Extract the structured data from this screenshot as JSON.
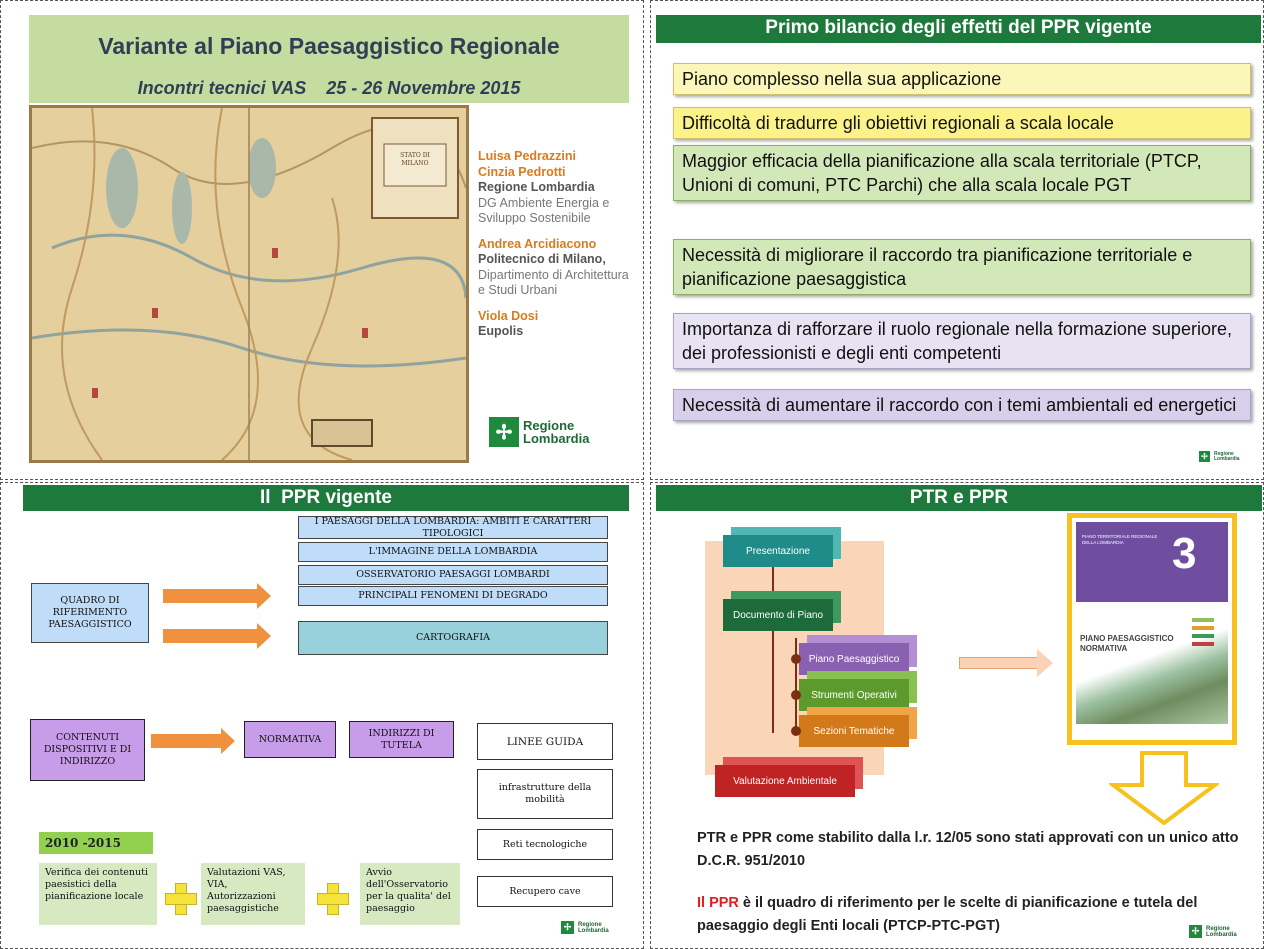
{
  "slide1": {
    "title": "Variante al Piano Paesaggistico Regionale",
    "subtitle": "Incontri tecnici VAS    25 - 26 Novembre 2015",
    "map_cartouche": "STATO DI MILANO",
    "authors": [
      {
        "name": "Luisa Pedrazzini",
        "org": "",
        "dept": ""
      },
      {
        "name": "Cinzia Pedrotti",
        "org": "Regione Lombardia",
        "dept": "DG Ambiente Energia e Sviluppo Sostenibile"
      },
      {
        "name": "Andrea Arcidiacono",
        "org": "Politecnico di Milano,",
        "dept": "Dipartimento di Architettura e Studi Urbani"
      },
      {
        "name": "Viola Dosi",
        "org": "Eupolis",
        "dept": ""
      }
    ],
    "logo": {
      "line1": "Regione",
      "line2": "Lombardia"
    }
  },
  "slide2": {
    "title": "Primo bilancio degli effetti del PPR vigente",
    "items": [
      "Piano complesso nella sua applicazione",
      "Difficoltà di tradurre gli obiettivi regionali a scala locale",
      "Maggior efficacia della pianificazione alla scala territoriale (PTCP, Unioni di comuni, PTC Parchi) che alla scala locale PGT",
      "Necessità di migliorare il raccordo tra pianificazione territoriale e pianificazione paesaggistica",
      "Importanza di rafforzare il ruolo regionale nella formazione superiore, dei professionisti e degli enti competenti",
      "Necessità di aumentare il raccordo con i temi ambientali ed energetici"
    ],
    "logo": {
      "line1": "Regione",
      "line2": "Lombardia"
    }
  },
  "slide3": {
    "title": "Il  PPR vigente",
    "quadro": "QUADRO DI RIFERIMENTO PAESAGGISTICO",
    "right_boxes": [
      "I PAESAGGI DELLA LOMBARDIA: AMBITI E CARATTERI TIPOLOGICI",
      "L'IMMAGINE DELLA LOMBARDIA",
      "OSSERVATORIO PAESAGGI LOMBARDI",
      "PRINCIPALI FENOMENI DI DEGRADO"
    ],
    "cartografia": "CARTOGRAFIA",
    "contenuti": "CONTENUTI DISPOSITIVI E DI INDIRIZZO",
    "normativa": "NORMATIVA",
    "indirizzi": "INDIRIZZI DI TUTELA",
    "linee": [
      "LINEE GUIDA",
      "infrastrutture della mobilità",
      "Reti tecnologiche",
      "Recupero cave"
    ],
    "period": "2010 -2015",
    "green_boxes": [
      "Verifica dei contenuti paesistici della pianificazione locale",
      "Valutazioni VAS, VIA, Autorizzazioni paesaggistiche",
      "Avvio dell'Osservatorio per la qualita' del paesaggio"
    ],
    "logo": {
      "line1": "Regione",
      "line2": "Lombardia"
    }
  },
  "slide4": {
    "title": "PTR e PPR",
    "diagram": {
      "presentazione": "Presentazione",
      "documento": "Documento di Piano",
      "piano": "Piano Paesaggistico",
      "strumenti": "Strumenti Operativi",
      "sezioni": "Sezioni Tematiche",
      "valutazione": "Valutazione Ambientale"
    },
    "cover": {
      "number": "3",
      "header": "PIANO TERRITORIALE REGIONALE DELLA LOMBARDIA",
      "line1": "PIANO PAESAGGISTICO",
      "line2": "NORMATIVA"
    },
    "text1": "PTR e PPR come stabilito dalla l.r. 12/05 sono stati approvati con un unico atto D.C.R. 951/2010",
    "text2_highlight": "Il PPR",
    "text2_rest": " è il quadro di riferimento per le scelte di pianificazione e tutela del paesaggio degli Enti locali (PTCP-PTC-PGT)",
    "colors": {
      "highlight": "#e02020"
    },
    "logo": {
      "line1": "Regione",
      "line2": "Lombardia"
    }
  }
}
